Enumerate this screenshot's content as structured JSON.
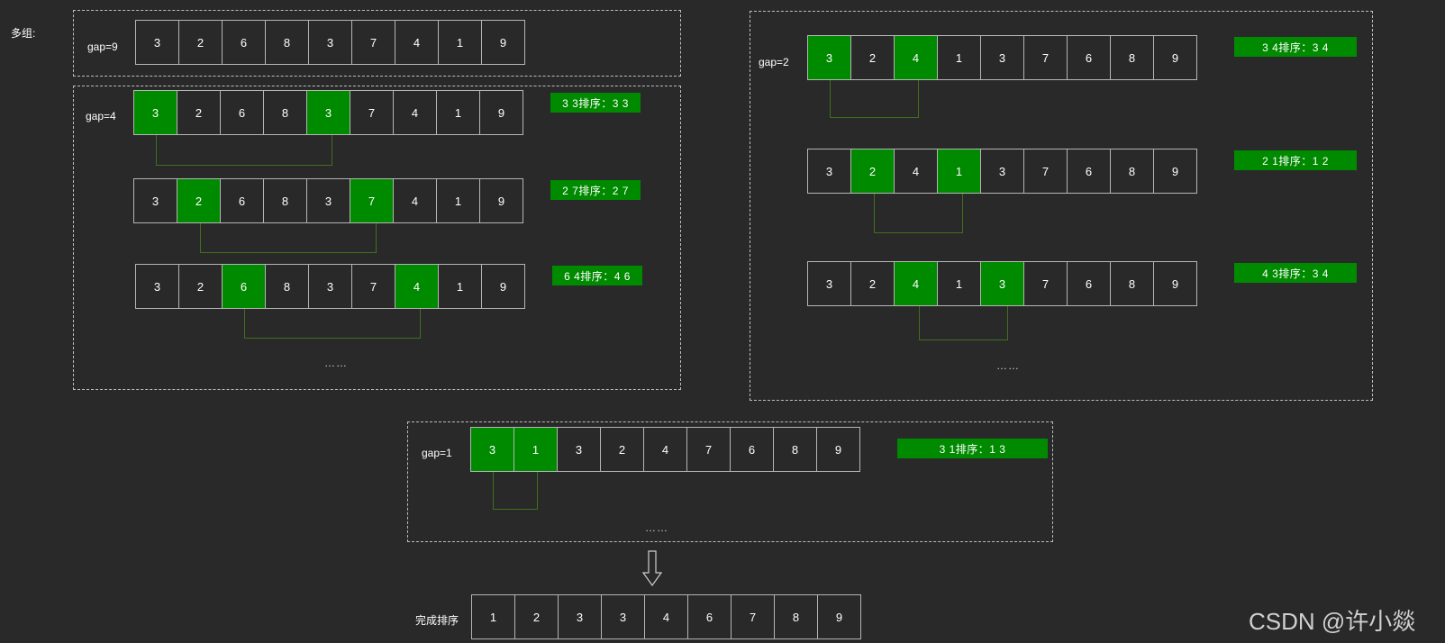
{
  "title": "多组:",
  "gap9": {
    "label": "gap=9",
    "cells": [
      "3",
      "2",
      "6",
      "8",
      "3",
      "7",
      "4",
      "1",
      "9"
    ]
  },
  "gap4": {
    "label": "gap=4",
    "rows": [
      {
        "cells": [
          "3",
          "2",
          "6",
          "8",
          "3",
          "7",
          "4",
          "1",
          "9"
        ],
        "badge": "3 3排序：3 3"
      },
      {
        "cells": [
          "3",
          "2",
          "6",
          "8",
          "3",
          "7",
          "4",
          "1",
          "9"
        ],
        "badge": "2 7排序：2 7"
      },
      {
        "cells": [
          "3",
          "2",
          "6",
          "8",
          "3",
          "7",
          "4",
          "1",
          "9"
        ],
        "badge": "6 4排序：4 6"
      }
    ],
    "ellipsis": "……"
  },
  "gap2": {
    "label": "gap=2",
    "rows": [
      {
        "cells": [
          "3",
          "2",
          "4",
          "1",
          "3",
          "7",
          "6",
          "8",
          "9"
        ],
        "badge": "3 4排序：3 4"
      },
      {
        "cells": [
          "3",
          "2",
          "4",
          "1",
          "3",
          "7",
          "6",
          "8",
          "9"
        ],
        "badge": "2 1排序：1 2"
      },
      {
        "cells": [
          "3",
          "2",
          "4",
          "1",
          "3",
          "7",
          "6",
          "8",
          "9"
        ],
        "badge": "4 3排序：3 4"
      }
    ],
    "ellipsis": "……"
  },
  "gap1": {
    "label": "gap=1",
    "cells": [
      "3",
      "1",
      "3",
      "2",
      "4",
      "7",
      "6",
      "8",
      "9"
    ],
    "badge": "3 1排序：1 3",
    "ellipsis": "……"
  },
  "final": {
    "label": "完成排序",
    "cells": [
      "1",
      "2",
      "3",
      "3",
      "4",
      "6",
      "7",
      "8",
      "9"
    ]
  },
  "highlight_color": "#008a00",
  "watermark": "CSDN @许小燚"
}
